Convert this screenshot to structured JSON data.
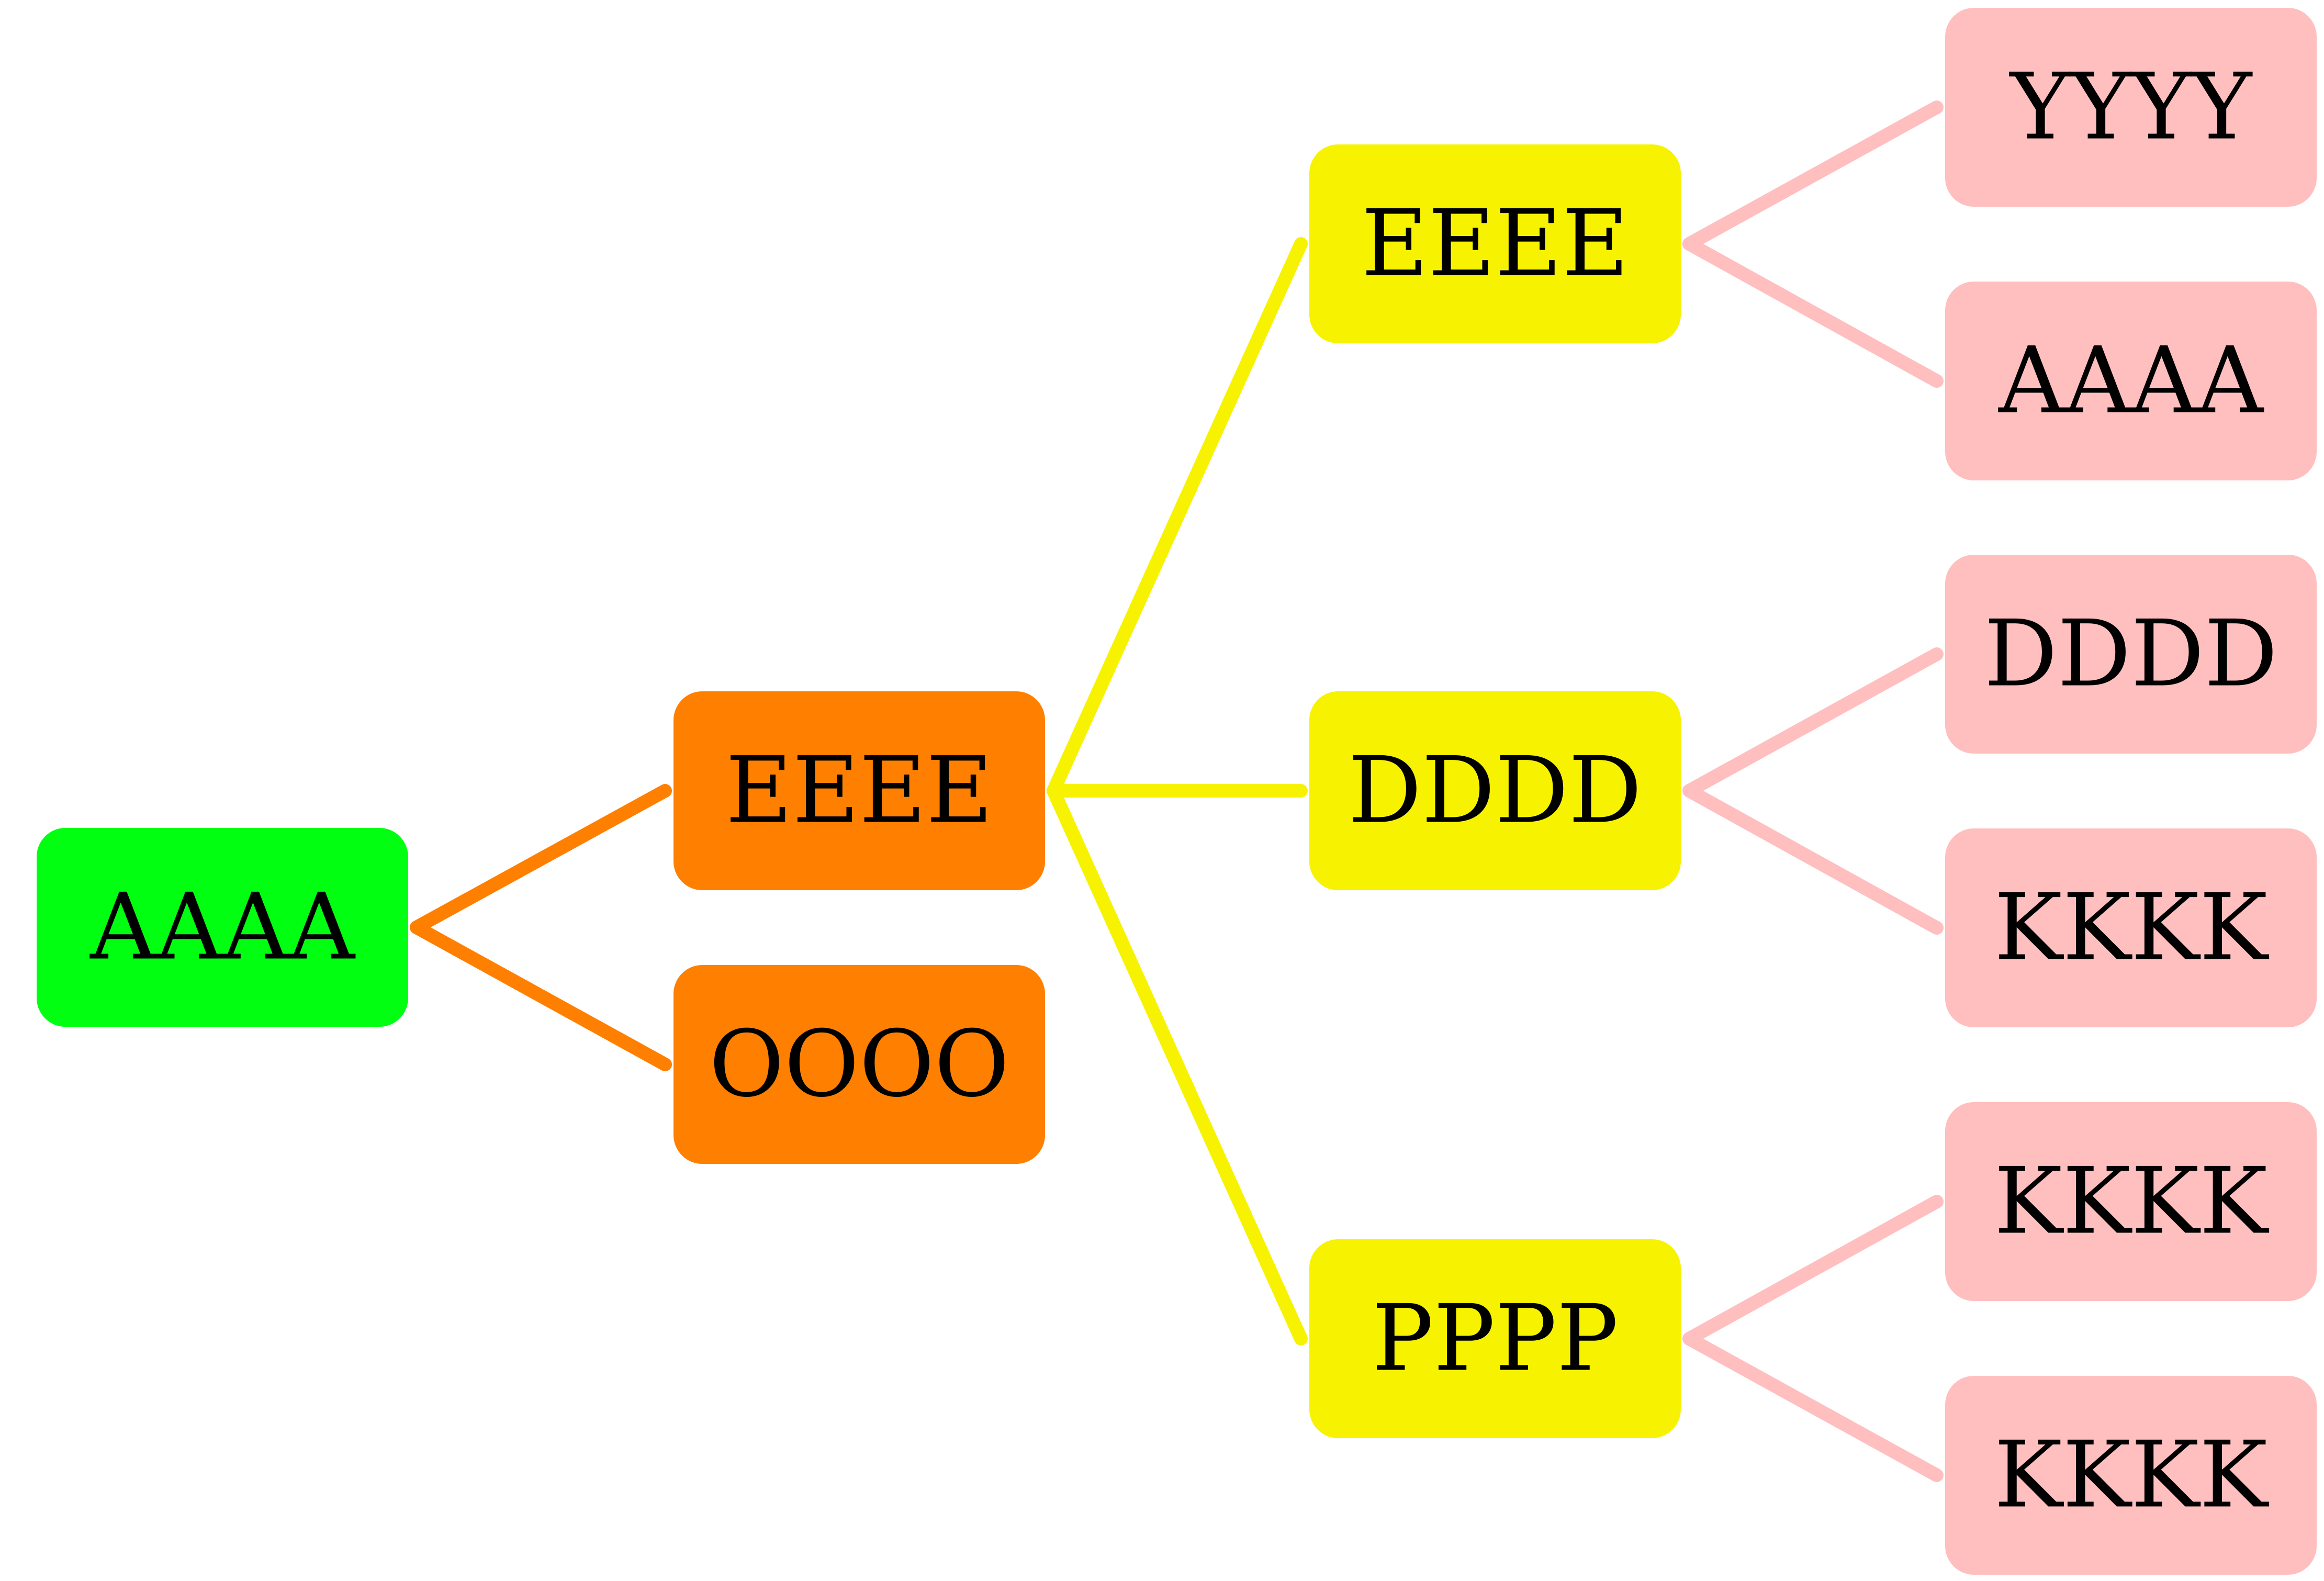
{
  "palette": {
    "level0": "#00ff10",
    "level1": "#ff8000",
    "level2": "#f7f300",
    "level3": "#ffbfbf",
    "text": "#000000"
  },
  "nodes": {
    "root": {
      "label": "AAAA",
      "level": 0
    },
    "eeee_1": {
      "label": "EEEE",
      "level": 1
    },
    "oooo_1": {
      "label": "OOOO",
      "level": 1
    },
    "eeee_2": {
      "label": "EEEE",
      "level": 2
    },
    "dddd_2": {
      "label": "DDDD",
      "level": 2
    },
    "pppp_2": {
      "label": "PPPP",
      "level": 2
    },
    "yyyy_3": {
      "label": "YYYY",
      "level": 3
    },
    "aaaa_3": {
      "label": "AAAA",
      "level": 3
    },
    "dddd_3": {
      "label": "DDDD",
      "level": 3
    },
    "kkkk_3a": {
      "label": "KKKK",
      "level": 3
    },
    "kkkk_3b": {
      "label": "KKKK",
      "level": 3
    },
    "kkkk_3c": {
      "label": "KKKK",
      "level": 3
    }
  },
  "edges": [
    {
      "from": "root",
      "to": "eeee_1",
      "level": 1
    },
    {
      "from": "root",
      "to": "oooo_1",
      "level": 1
    },
    {
      "from": "eeee_1",
      "to": "eeee_2",
      "level": 2
    },
    {
      "from": "eeee_1",
      "to": "dddd_2",
      "level": 2
    },
    {
      "from": "eeee_1",
      "to": "pppp_2",
      "level": 2
    },
    {
      "from": "eeee_2",
      "to": "yyyy_3",
      "level": 3
    },
    {
      "from": "eeee_2",
      "to": "aaaa_3",
      "level": 3
    },
    {
      "from": "dddd_2",
      "to": "dddd_3",
      "level": 3
    },
    {
      "from": "dddd_2",
      "to": "kkkk_3a",
      "level": 3
    },
    {
      "from": "pppp_2",
      "to": "kkkk_3b",
      "level": 3
    },
    {
      "from": "pppp_2",
      "to": "kkkk_3c",
      "level": 3
    }
  ]
}
